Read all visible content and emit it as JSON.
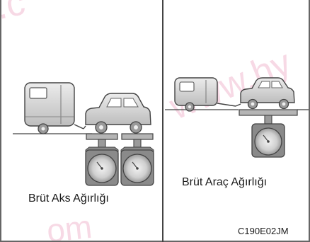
{
  "panels": {
    "left": {
      "caption": "Brüt Aks Ağırlığı"
    },
    "right": {
      "caption": "Brüt Araç Ağırlığı"
    }
  },
  "figure_code": "C190E02JM",
  "watermarks": [
    "r.c",
    "www.hy",
    "om"
  ],
  "colors": {
    "line": "#444444",
    "fill_light": "#dddddd",
    "fill_mid": "#b5b5b5",
    "fill_dark": "#8a8a8a"
  },
  "icons": [
    "trailer-icon",
    "car-icon",
    "scale-icon"
  ]
}
